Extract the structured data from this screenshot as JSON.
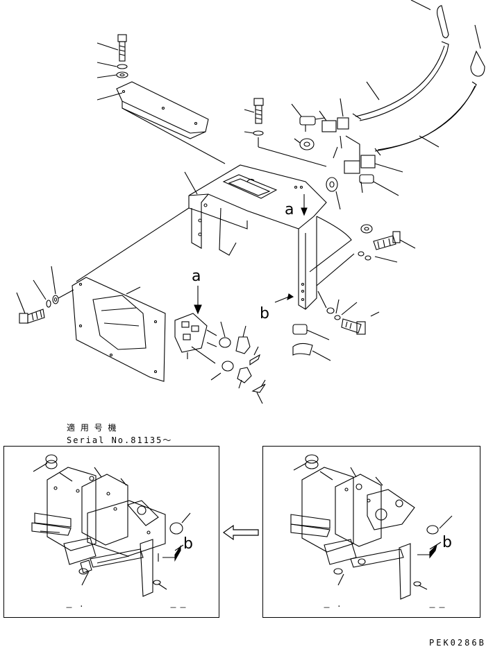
{
  "callouts": {
    "a_main": "a",
    "a_connector": "a",
    "b_main": "b",
    "b_left_detail": "b",
    "b_right_detail": "b"
  },
  "applicable_model": {
    "title": "適 用 号 機",
    "serial": "Serial No.81135～"
  },
  "detail_marks": {
    "left": [
      "－",
      "·",
      "－",
      "－"
    ],
    "right": [
      "－",
      "·",
      "－",
      "－"
    ]
  },
  "drawing_code": "PEK0286B"
}
